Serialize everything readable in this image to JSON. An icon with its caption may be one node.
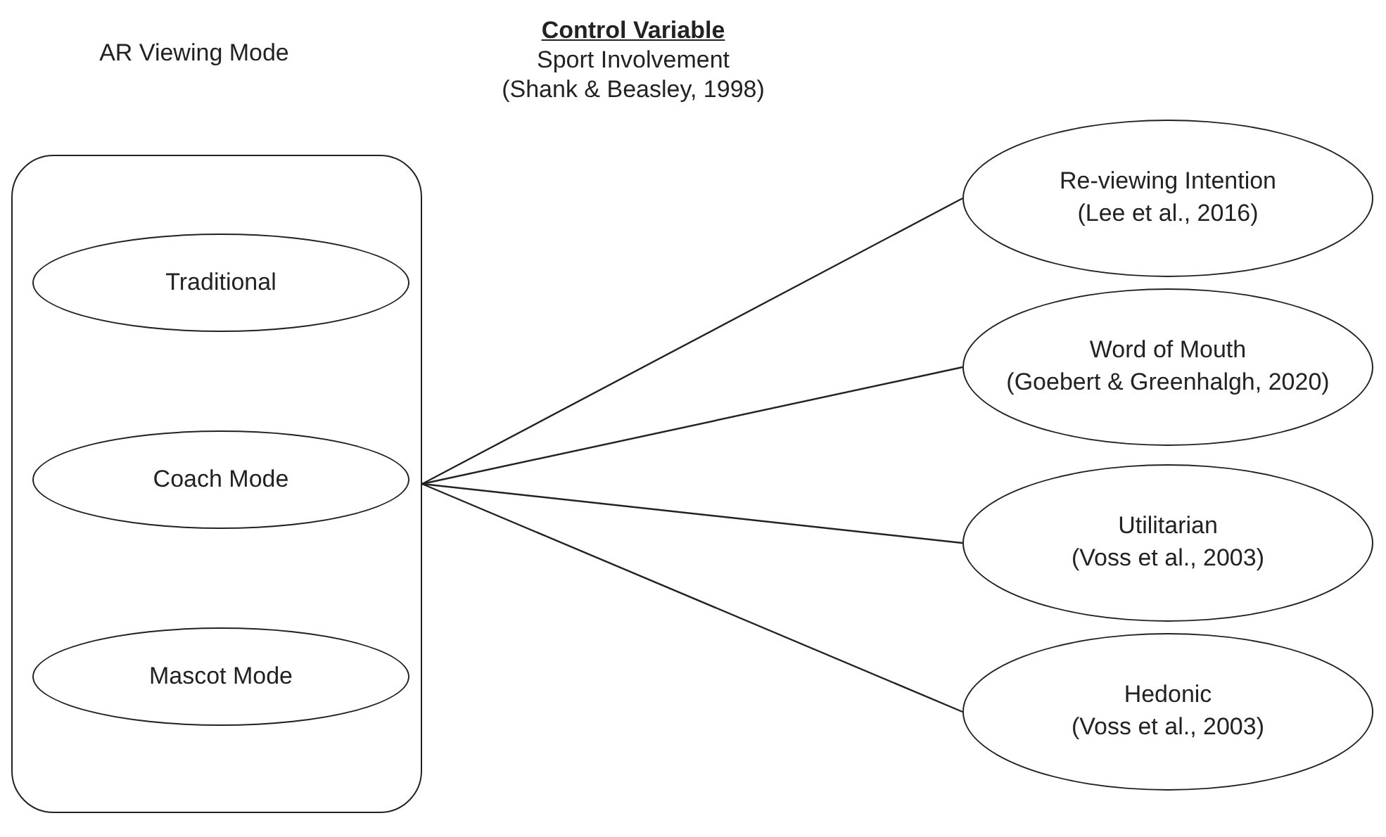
{
  "diagram": {
    "nodes": [
      {
        "text": [
          "AR Viewing Mode"
        ]
      },
      {
        "text": [
          "Traditional"
        ],
        "in": 0
      },
      {
        "text": [
          "Coach Mode"
        ],
        "in": 0
      },
      {
        "text": [
          "Mascot Mode"
        ],
        "in": 0
      },
      {
        "text": [
          "Re-viewing Intention",
          "(Lee et al., 2016)"
        ]
      },
      {
        "text": [
          "Word of Mouth",
          "(Goebert & Greenhalgh, 2020)"
        ]
      },
      {
        "text": [
          "Utilitarian",
          "(Voss et al., 2003)"
        ]
      },
      {
        "text": [
          "Hedonic",
          "(Voss et al., 2003)"
        ]
      }
    ],
    "edges": [
      {
        "from": 0,
        "to": 4,
        "arrow": "none"
      },
      {
        "from": 0,
        "to": 5,
        "arrow": "none"
      },
      {
        "from": 0,
        "to": 6,
        "arrow": "none"
      },
      {
        "from": 0,
        "to": 7,
        "arrow": "none"
      }
    ],
    "labels": [
      "Control Variable",
      "Sport Involvement",
      "(Shank & Beasley, 1998)"
    ]
  }
}
